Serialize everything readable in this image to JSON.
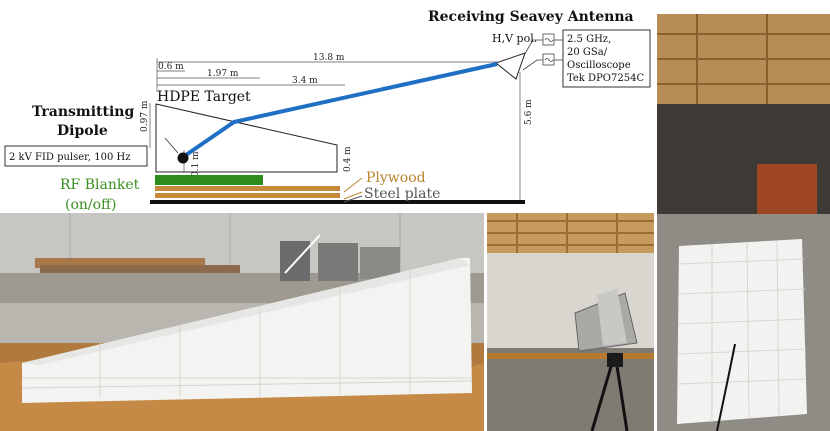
{
  "diagram": {
    "title": "Receiving Seavey Antenna",
    "pol_label": "H,V pol.",
    "scope_lines": [
      "2.5 GHz,",
      "20 GSa/",
      "Oscilloscope",
      "Tek DPO7254C"
    ],
    "target_label": "HDPE Target",
    "tx_label_lines": [
      "Transmitting",
      "Dipole"
    ],
    "pulser_label": "2 kV FID pulser, 100 Hz",
    "blanket_lines": [
      "RF Blanket",
      "(on/off)"
    ],
    "plywood_label": "Plywood",
    "steel_label": "Steel plate",
    "dims": {
      "d1": "0.6 m",
      "d2": "1.97 m",
      "d3": "3.4 m",
      "d4": "13.8 m",
      "h1": "0.97 m",
      "h2": "0.1 m",
      "h3": "0.4 m",
      "h4": "5.6 m"
    },
    "colors": {
      "ray": "#1f6fc4",
      "blanket": "#2e8b1e",
      "plywood": "#c48a3a",
      "steel": "#6e6e6e",
      "blanket_text": "#3a8f1e",
      "plywood_text": "#b8862f",
      "steel_text": "#555555"
    }
  },
  "photos": [
    {
      "name": "photo-target-wedge",
      "desc": "white HDPE wedge on plywood"
    },
    {
      "name": "photo-receiving-antenna",
      "desc": "horn antenna on tripod"
    },
    {
      "name": "photo-target-side",
      "desc": "side view of target in warehouse"
    }
  ]
}
